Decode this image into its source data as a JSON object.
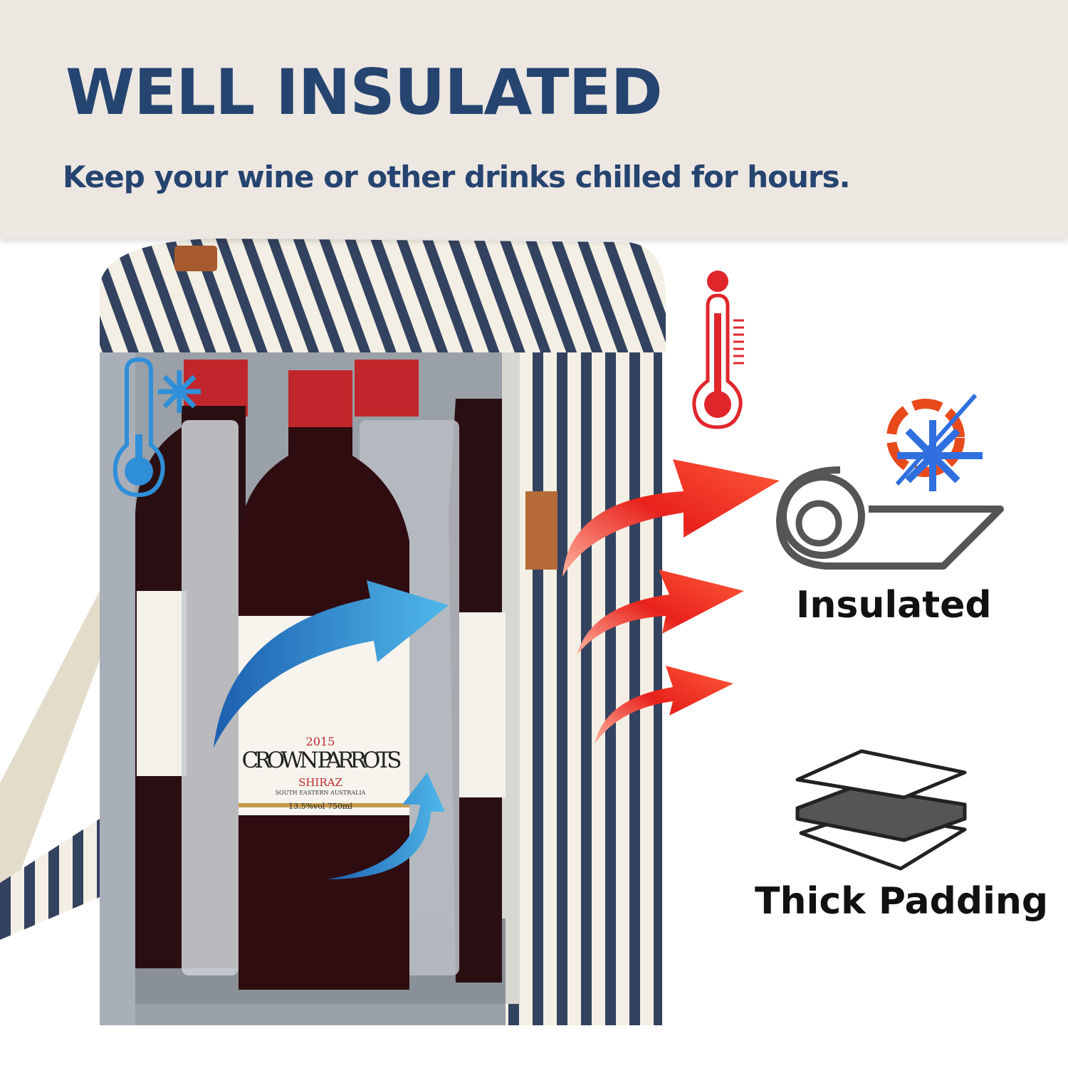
{
  "header": {
    "title": "WELL INSULATED",
    "subtitle": "Keep your wine or other drinks chilled for hours."
  },
  "features": [
    {
      "label": "Insulated",
      "icon": "insulated-roll-icon"
    },
    {
      "label": "Thick Padding",
      "icon": "padding-layers-icon"
    }
  ],
  "wine_label": {
    "year": "2015",
    "brand": "CROWN PARROTS",
    "variety": "SHIRAZ",
    "region": "SOUTH EASTERN AUSTRALIA",
    "volume": "13.5%vol  750ml"
  },
  "colors": {
    "title": "#254470",
    "banner": "#ede7e2",
    "cold": "#2f8fd8",
    "hot": "#e0262b"
  }
}
